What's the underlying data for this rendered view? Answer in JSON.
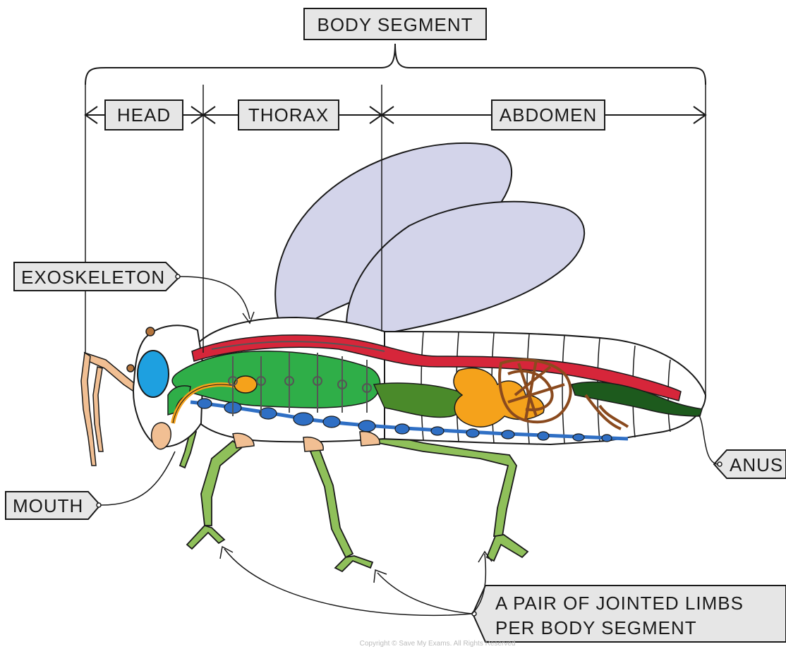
{
  "labels": {
    "body_segment": "BODY SEGMENT",
    "head": "HEAD",
    "thorax": "THORAX",
    "abdomen": "ABDOMEN",
    "exoskeleton": "EXOSKELETON",
    "mouth": "MOUTH",
    "anus": "ANUS",
    "limbs_line1": "A PAIR OF JOINTED LIMBS",
    "limbs_line2": "PER BODY SEGMENT"
  },
  "copyright": "Copyright © Save My Exams. All Rights Reserved",
  "colors": {
    "label_fill": "#e6e6e6",
    "wing": "#d3d4ea",
    "body": "#ffffff",
    "heart_vessel": "#d6263a",
    "gut_green": "#2fae48",
    "gut_dark": "#4a8a2a",
    "nerve_cord": "#2f6fc4",
    "legs": "#8fc05a",
    "eye": "#1ea0e0",
    "antenna": "#f1bf93",
    "fat_body": "#f5a21b",
    "malpighian": "#8a4a1e",
    "rectum": "#1d5a1d"
  }
}
